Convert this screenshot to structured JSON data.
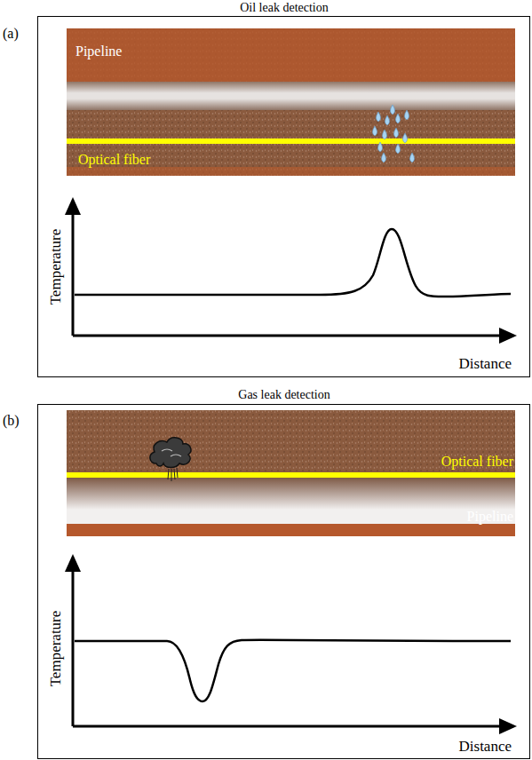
{
  "diagram": {
    "labels": [
      "Oil leak detection",
      "(a)",
      "Pipeline",
      "Optical fiber",
      "Temperature",
      "Distance",
      "Gas leak detection",
      "(b)",
      "Optical fiber",
      "Pipeline",
      "Temperature",
      "Distance"
    ]
  }
}
